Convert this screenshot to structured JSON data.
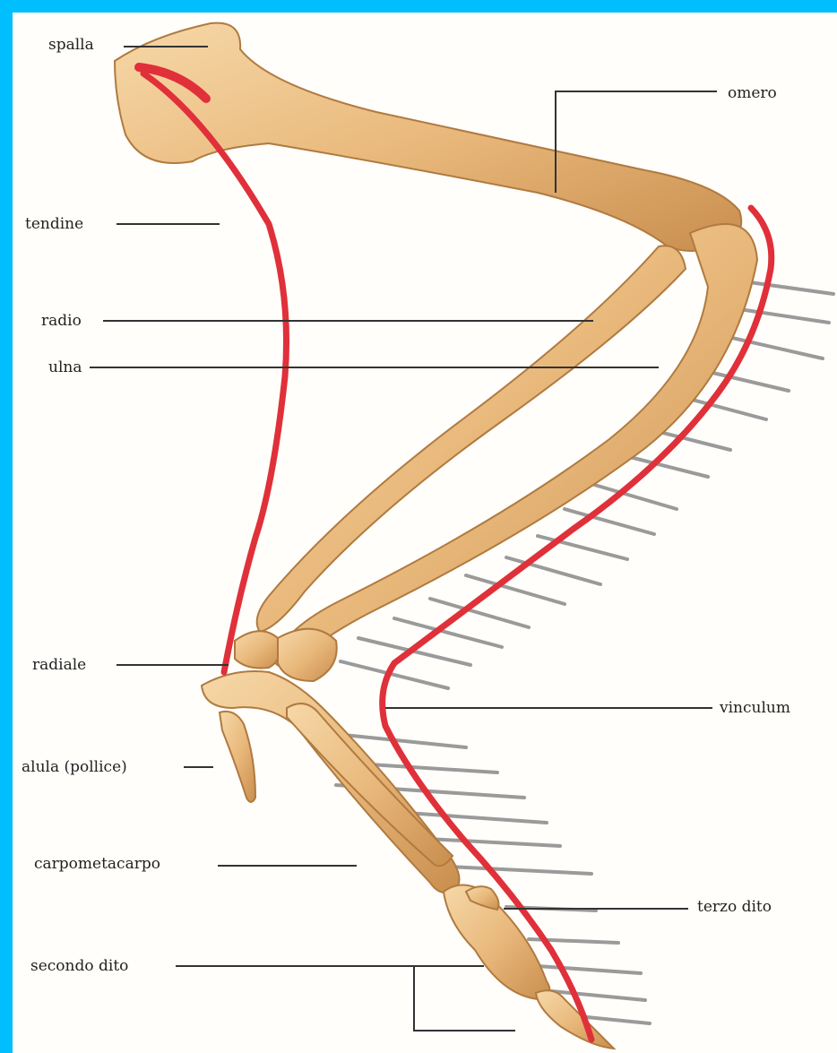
{
  "labels": {
    "spalla": "spalla",
    "omero": "omero",
    "tendine": "tendine",
    "radio": "radio",
    "ulna": "ulna",
    "radiale": "radiale",
    "vinculum": "vinculum",
    "alula": "alula (pollice)",
    "carpometacarpo": "carpometacarpo",
    "terzo_dito": "terzo dito",
    "secondo_dito": "secondo dito"
  },
  "colors": {
    "frame": "#00bfff",
    "background": "#fffefa",
    "bone": "#e9b97c",
    "bone_shade": "#c98e4e",
    "tendon": "#e0303a",
    "feather_shaft": "#9a9a9a",
    "leader_line": "#333333"
  }
}
